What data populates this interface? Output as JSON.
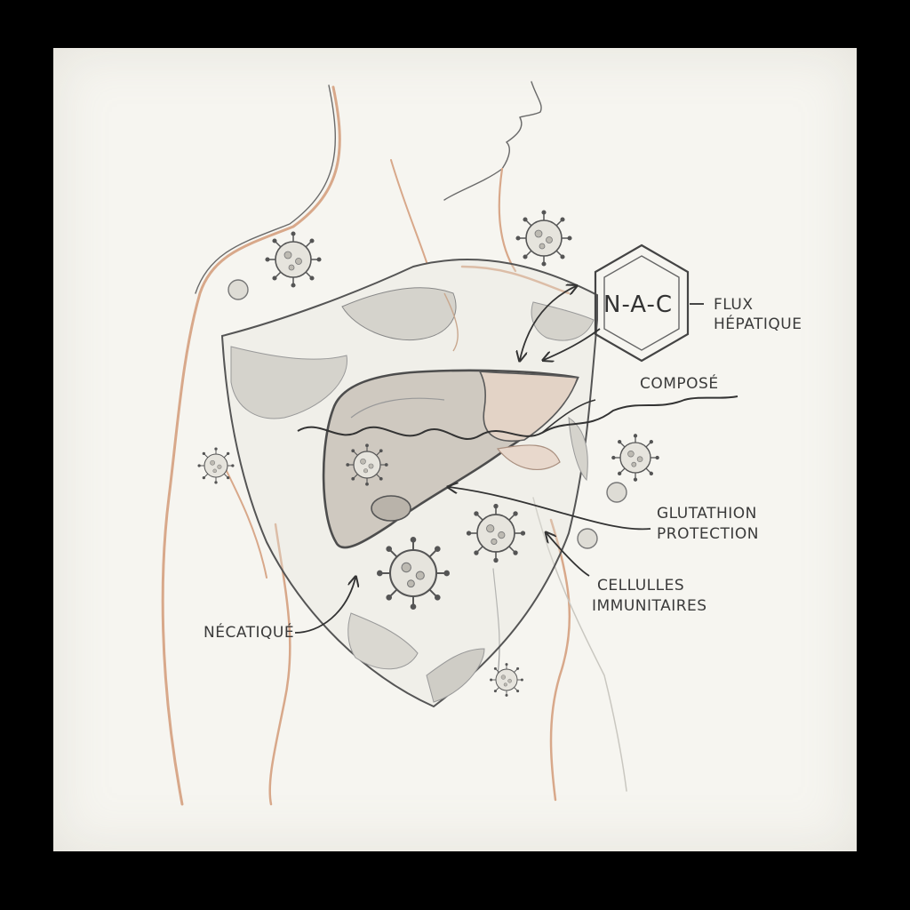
{
  "diagram": {
    "molecule_label": "N-A-C",
    "labels": {
      "flux_line1": "FLUX",
      "flux_line2": "HÉPATIQUE",
      "compose": "COMPOSÉ",
      "glutathion_line1": "GLUTATHION",
      "glutathion_line2": "PROTECTION",
      "cellules_line1": "CELLULLES",
      "cellules_line2": "IMMUNITAIRES",
      "necatique": "NÉCATIQUÉ"
    },
    "colors": {
      "frame": "#000000",
      "paper": "#f6f5f0",
      "pencil": "#4a4a4a",
      "skin_line": "#d8a88a",
      "shading": "#c9c7c0"
    },
    "icons": [
      "virus-icon",
      "cell-icon",
      "hexagon-icon",
      "arrow-icon"
    ]
  }
}
